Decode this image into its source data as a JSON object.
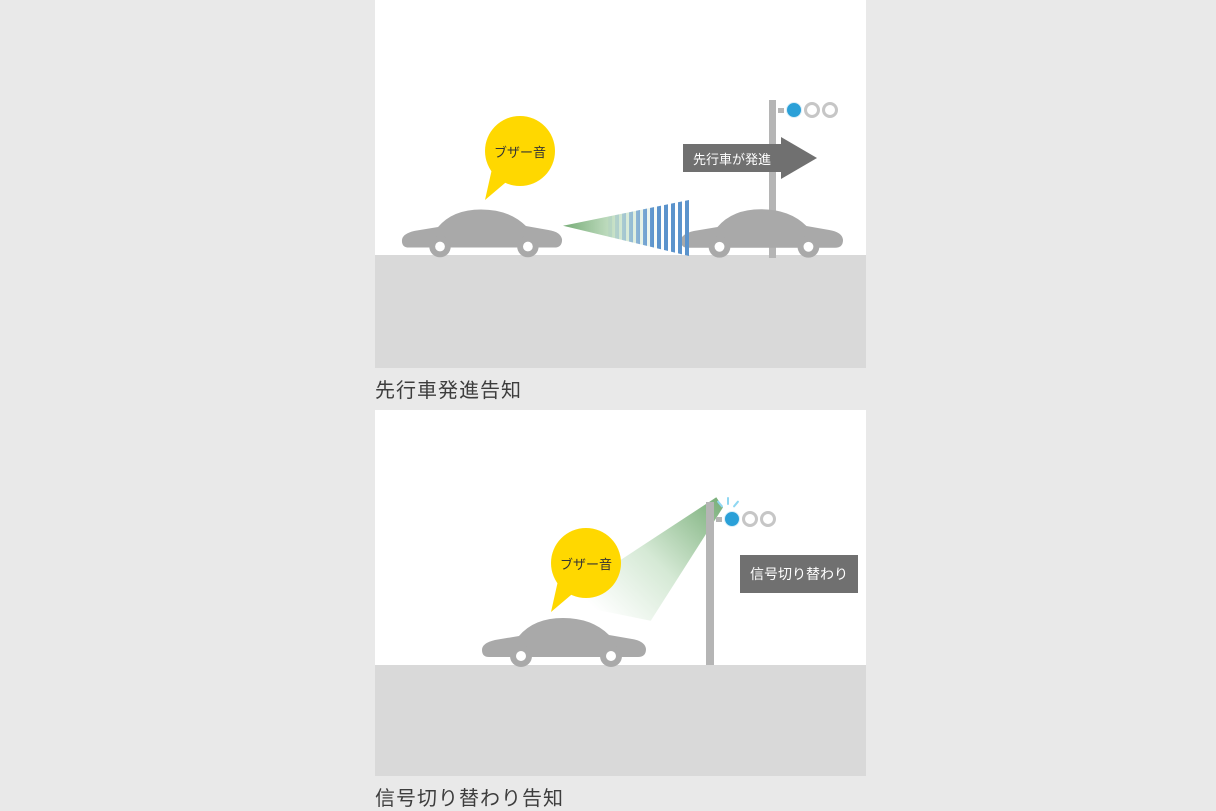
{
  "figures": [
    {
      "caption": "先行車発進告知",
      "bubble_label": "ブザー音",
      "arrow_label": "先行車が発進"
    },
    {
      "caption": "信号切り替わり告知",
      "bubble_label": "ブザー音",
      "sign_label": "信号切り替わり"
    }
  ],
  "colors": {
    "page_bg": "#e9e9e9",
    "panel_bg": "#ffffff",
    "ground": "#d9d9d9",
    "car": "#a9a9a9",
    "bubble_yellow": "#ffd800",
    "signal_blue": "#2aa0d8",
    "signal_off": "#ffffff",
    "label_bg": "#707070",
    "label_text": "#ffffff",
    "beam_green": "#6fa86f",
    "beam_stripe_blue": "#5b93cc",
    "pole": "#b5b5b5",
    "caption_text": "#3d3d3d"
  }
}
